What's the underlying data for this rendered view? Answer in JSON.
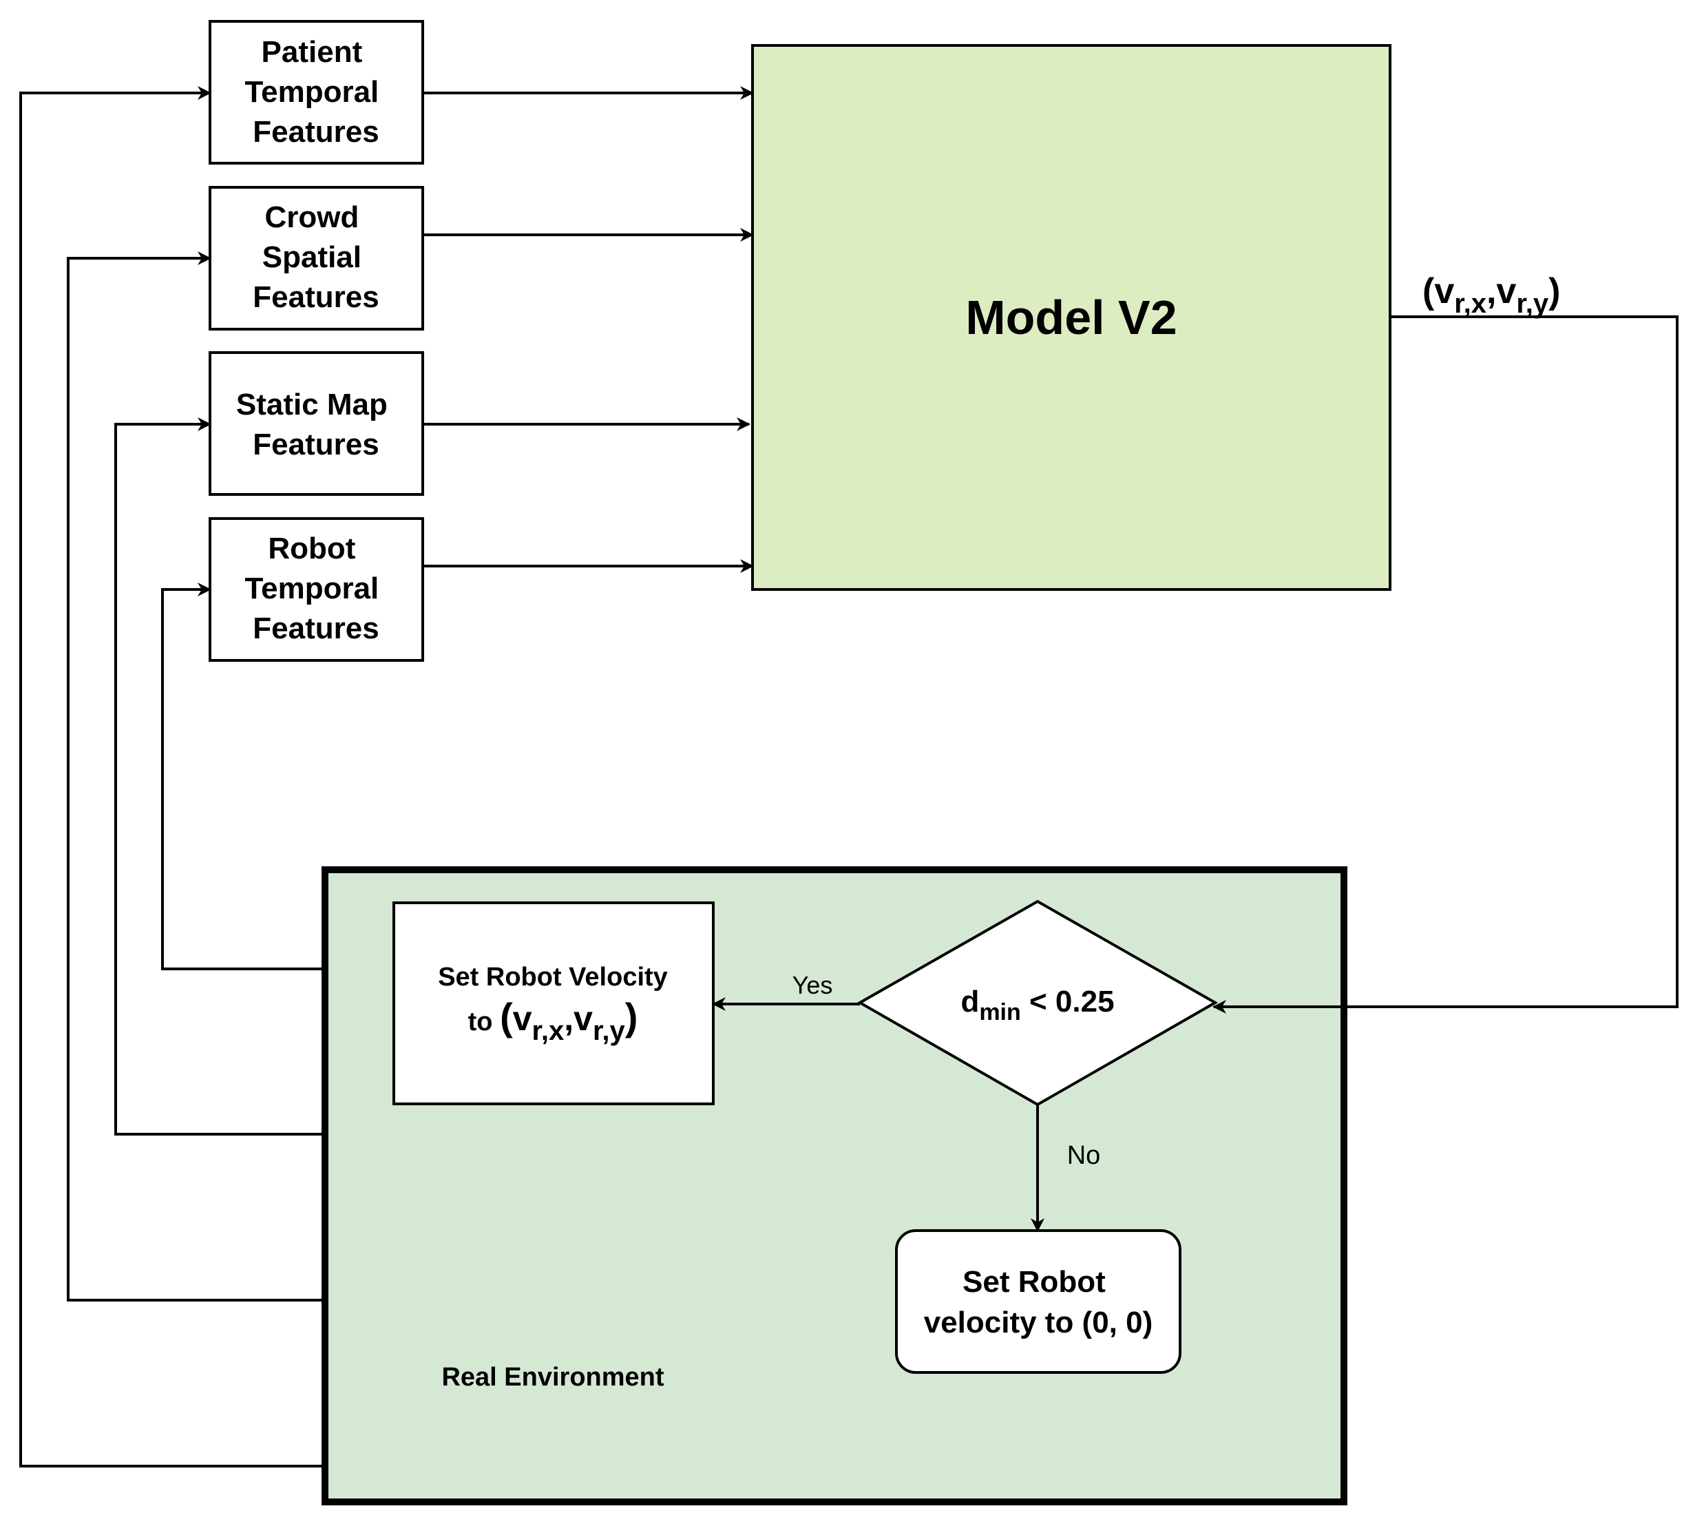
{
  "inputs": {
    "patient": [
      "Patient",
      "Temporal",
      "Features"
    ],
    "crowd": [
      "Crowd",
      "Spatial",
      "Features"
    ],
    "static_map": [
      "Static Map",
      "Features"
    ],
    "robot": [
      "Robot",
      "Temporal",
      "Features"
    ]
  },
  "model": {
    "label": "Model V2"
  },
  "output": {
    "paren_open": "(",
    "v1": "v",
    "sub1": "r,x",
    "comma": ",",
    "v2": "v",
    "sub2": "r,y",
    "paren_close": ")"
  },
  "environment": {
    "label": "Real Environment",
    "decision": {
      "d": "d",
      "sub": "min",
      "rest": " < 0.25"
    },
    "yes_label": "Yes",
    "no_label": "No",
    "set_velocity": {
      "line1": "Set Robot Velocity",
      "line2_prefix": "to ",
      "paren_open": "(",
      "v1": "v",
      "sub1": "r,x",
      "comma": ",",
      "v2": "v",
      "sub2": "r,y",
      "paren_close": ")"
    },
    "set_zero": [
      "Set Robot",
      "velocity to (0, 0)"
    ]
  },
  "colors": {
    "model_fill": "#dcedc1",
    "environment_fill": "#d5e8d4",
    "stroke": "#000000",
    "box_fill": "#ffffff"
  }
}
